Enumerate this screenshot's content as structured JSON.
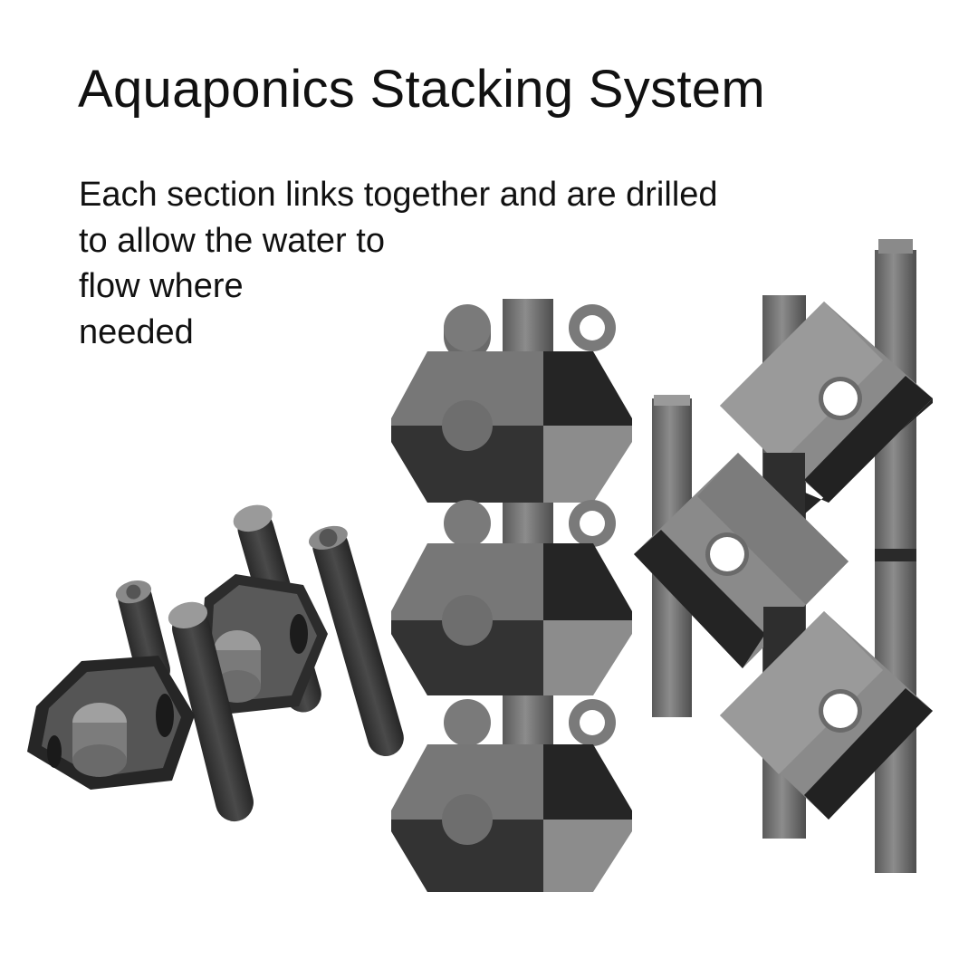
{
  "title": "Aquaponics Stacking System",
  "description_lines": [
    "Each section links together and are drilled",
    "to allow the water to",
    "flow where",
    "needed"
  ]
}
